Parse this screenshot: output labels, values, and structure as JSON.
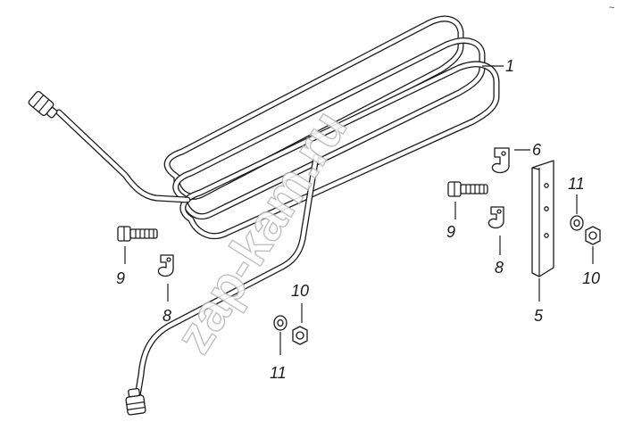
{
  "watermark": {
    "text": "zap-kam.ru"
  },
  "corner_mark": "~",
  "callouts": {
    "c1": "1",
    "c5": "5",
    "c6": "6",
    "c8_left": "8",
    "c8_right": "8",
    "c9_left": "9",
    "c9_right": "9",
    "c10_center": "10",
    "c10_right": "10",
    "c11_center": "11",
    "c11_right": "11"
  },
  "colors": {
    "line": "#1a1a1a",
    "watermark_stroke": "#b5b5b5",
    "background": "#ffffff"
  }
}
